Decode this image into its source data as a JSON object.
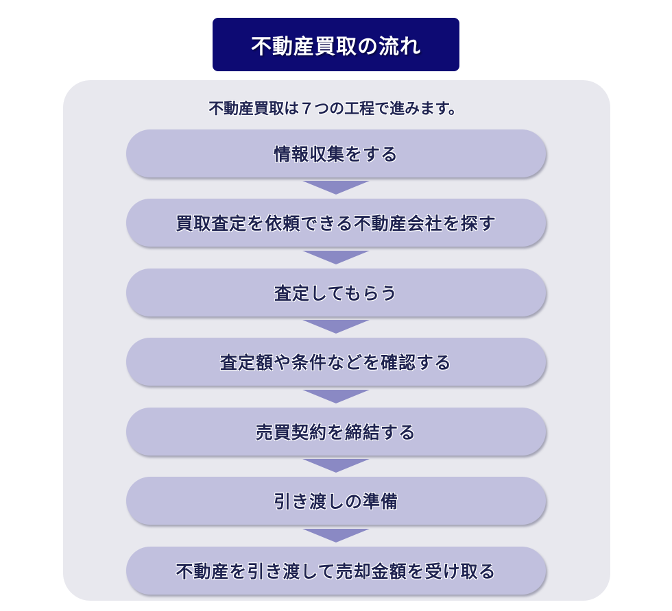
{
  "title": "不動産買取の流れ",
  "subtitle": "不動産買取は７つの工程で進みます。",
  "steps": [
    {
      "label": "情報収集をする"
    },
    {
      "label": "買取査定を依頼できる不動産会社を探す"
    },
    {
      "label": "査定してもらう"
    },
    {
      "label": "査定額や条件などを確認する"
    },
    {
      "label": "売買契約を締結する"
    },
    {
      "label": "引き渡しの準備"
    },
    {
      "label": "不動産を引き渡して売却金額を受け取る"
    }
  ],
  "colors": {
    "title_bg": "#0d0a73",
    "panel_bg": "#e8e8ee",
    "step_bg": "#c1c0de",
    "arrow": "#8a89c4",
    "text": "#1f2350"
  }
}
